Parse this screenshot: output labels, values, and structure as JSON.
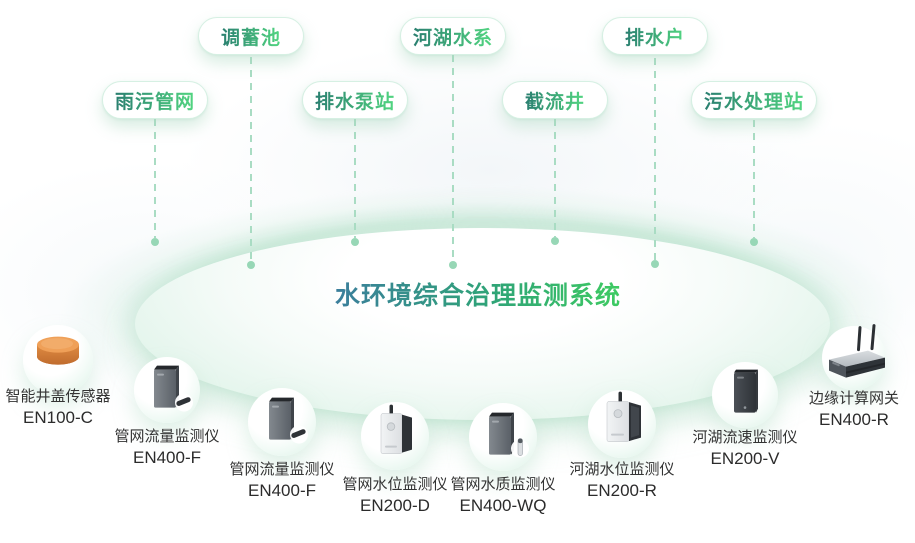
{
  "title": {
    "text": "水环境综合治理监测系统"
  },
  "stations": [
    {
      "label": "调蓄池",
      "row": "upper"
    },
    {
      "label": "河湖水系",
      "row": "upper"
    },
    {
      "label": "排水户",
      "row": "upper"
    },
    {
      "label": "雨污管网",
      "row": "lower"
    },
    {
      "label": "排水泵站",
      "row": "lower"
    },
    {
      "label": "截流井",
      "row": "lower"
    },
    {
      "label": "污水处理站",
      "row": "lower"
    }
  ],
  "devices": [
    {
      "name": "智能井盖传感器",
      "model": "EN100-C",
      "icon": "manhole-cover-sensor-icon"
    },
    {
      "name": "管网流量监测仪",
      "model": "EN400-F",
      "icon": "pipe-flow-monitor-icon"
    },
    {
      "name": "管网流量监测仪",
      "model": "EN400-F",
      "icon": "pipe-flow-monitor-icon"
    },
    {
      "name": "管网水位监测仪",
      "model": "EN200-D",
      "icon": "water-level-monitor-icon"
    },
    {
      "name": "管网水质监测仪",
      "model": "EN400-WQ",
      "icon": "water-quality-monitor-icon"
    },
    {
      "name": "河湖水位监测仪",
      "model": "EN200-R",
      "icon": "water-level-monitor-icon"
    },
    {
      "name": "河湖流速监测仪",
      "model": "EN200-V",
      "icon": "flow-velocity-monitor-icon"
    },
    {
      "name": "边缘计算网关",
      "model": "EN400-R",
      "icon": "edge-gateway-icon"
    }
  ],
  "colors": {
    "pill_text_gradient_start": "#2a7f70",
    "pill_text_gradient_end": "#52d681",
    "title_gradient_start": "#3b7e9c",
    "title_gradient_end": "#3ecb62",
    "dashed_line": "#a9dcc3",
    "connector_dot": "#97d7b6",
    "platter_mint": "#cdeadd",
    "device_label": "#333333",
    "sensor_orange": "#e08a3e"
  }
}
